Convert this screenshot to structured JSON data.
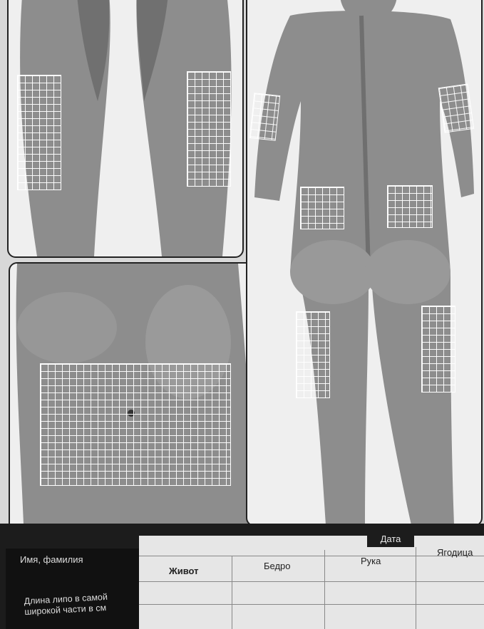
{
  "form": {
    "date_label": "Дата",
    "name_label": "Имя, фамилия",
    "length_label_line1": "Длина липо в самой",
    "length_label_line2": "широкой части в см",
    "columns": [
      "Живот",
      "Бедро",
      "Рука",
      "Ягодица"
    ]
  },
  "colors": {
    "skin": "#8d8d8d",
    "skin_shadow": "#6f6f6f",
    "panel_bg": "#efefef",
    "footer_bg": "#1c1c1c"
  }
}
